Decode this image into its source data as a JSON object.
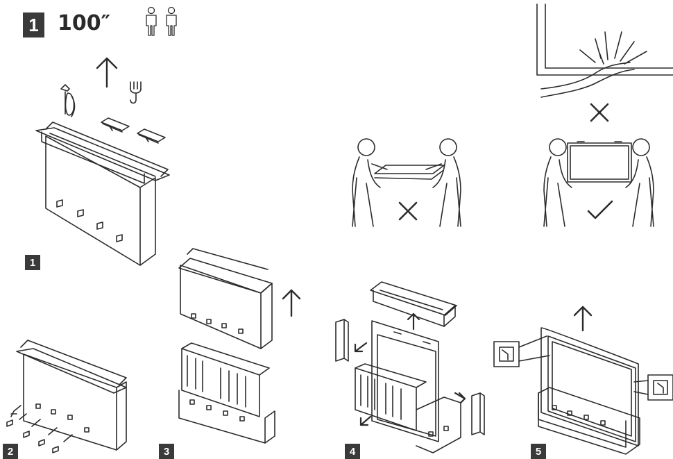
{
  "header": {
    "step_number": "1",
    "size_label": "100″",
    "persons_icon": "two-persons-icon"
  },
  "steps": [
    {
      "id": "step-1",
      "number": "1",
      "icon": "box-closed"
    },
    {
      "id": "step-2",
      "number": "2",
      "icon": "remove-clips"
    },
    {
      "id": "step-3",
      "number": "3",
      "icon": "lift-sleeve"
    },
    {
      "id": "step-4",
      "number": "4",
      "icon": "remove-foam"
    },
    {
      "id": "step-5",
      "number": "5",
      "icon": "lift-tv"
    }
  ],
  "handling": {
    "wrong_grip_mark": "✕",
    "wrong_carry_mark": "✕",
    "right_carry_mark": "✓"
  },
  "colors": {
    "line": "#2b2b2b",
    "badge": "#3a3a3a",
    "background": "#ffffff"
  }
}
